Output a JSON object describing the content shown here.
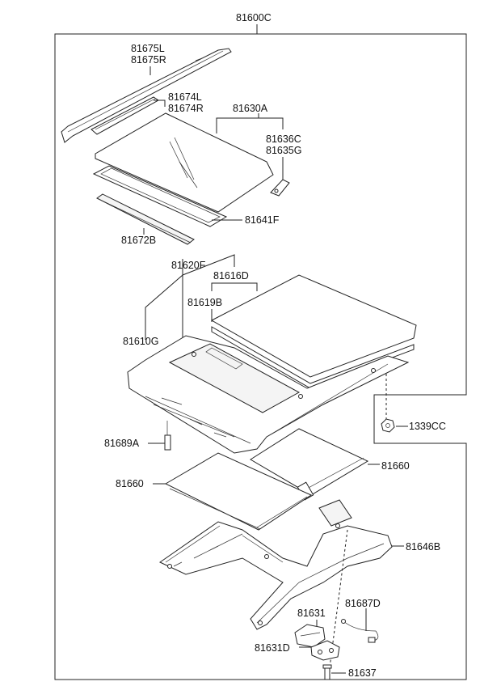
{
  "diagram": {
    "labels": {
      "assembly": "81600C",
      "molding": "81675L",
      "molding_r": "81675R",
      "weatherstrip": "81674L",
      "weatherstrip_r": "81674R",
      "glass_assy": "81630A",
      "bracket": "81636C",
      "bracket_2": "81635G",
      "seal": "81641F",
      "deflector": "81672B",
      "frame_assy": "81620F",
      "rear_glass": "81616D",
      "rear_seal": "81619B",
      "frame": "81610G",
      "bolt": "81689A",
      "nut": "1339CC",
      "shade_right": "81660",
      "shade_left": "81660",
      "rail": "81646B",
      "motor": "81631",
      "motor_d": "81631D",
      "cable": "81687D",
      "screw": "81637"
    }
  }
}
